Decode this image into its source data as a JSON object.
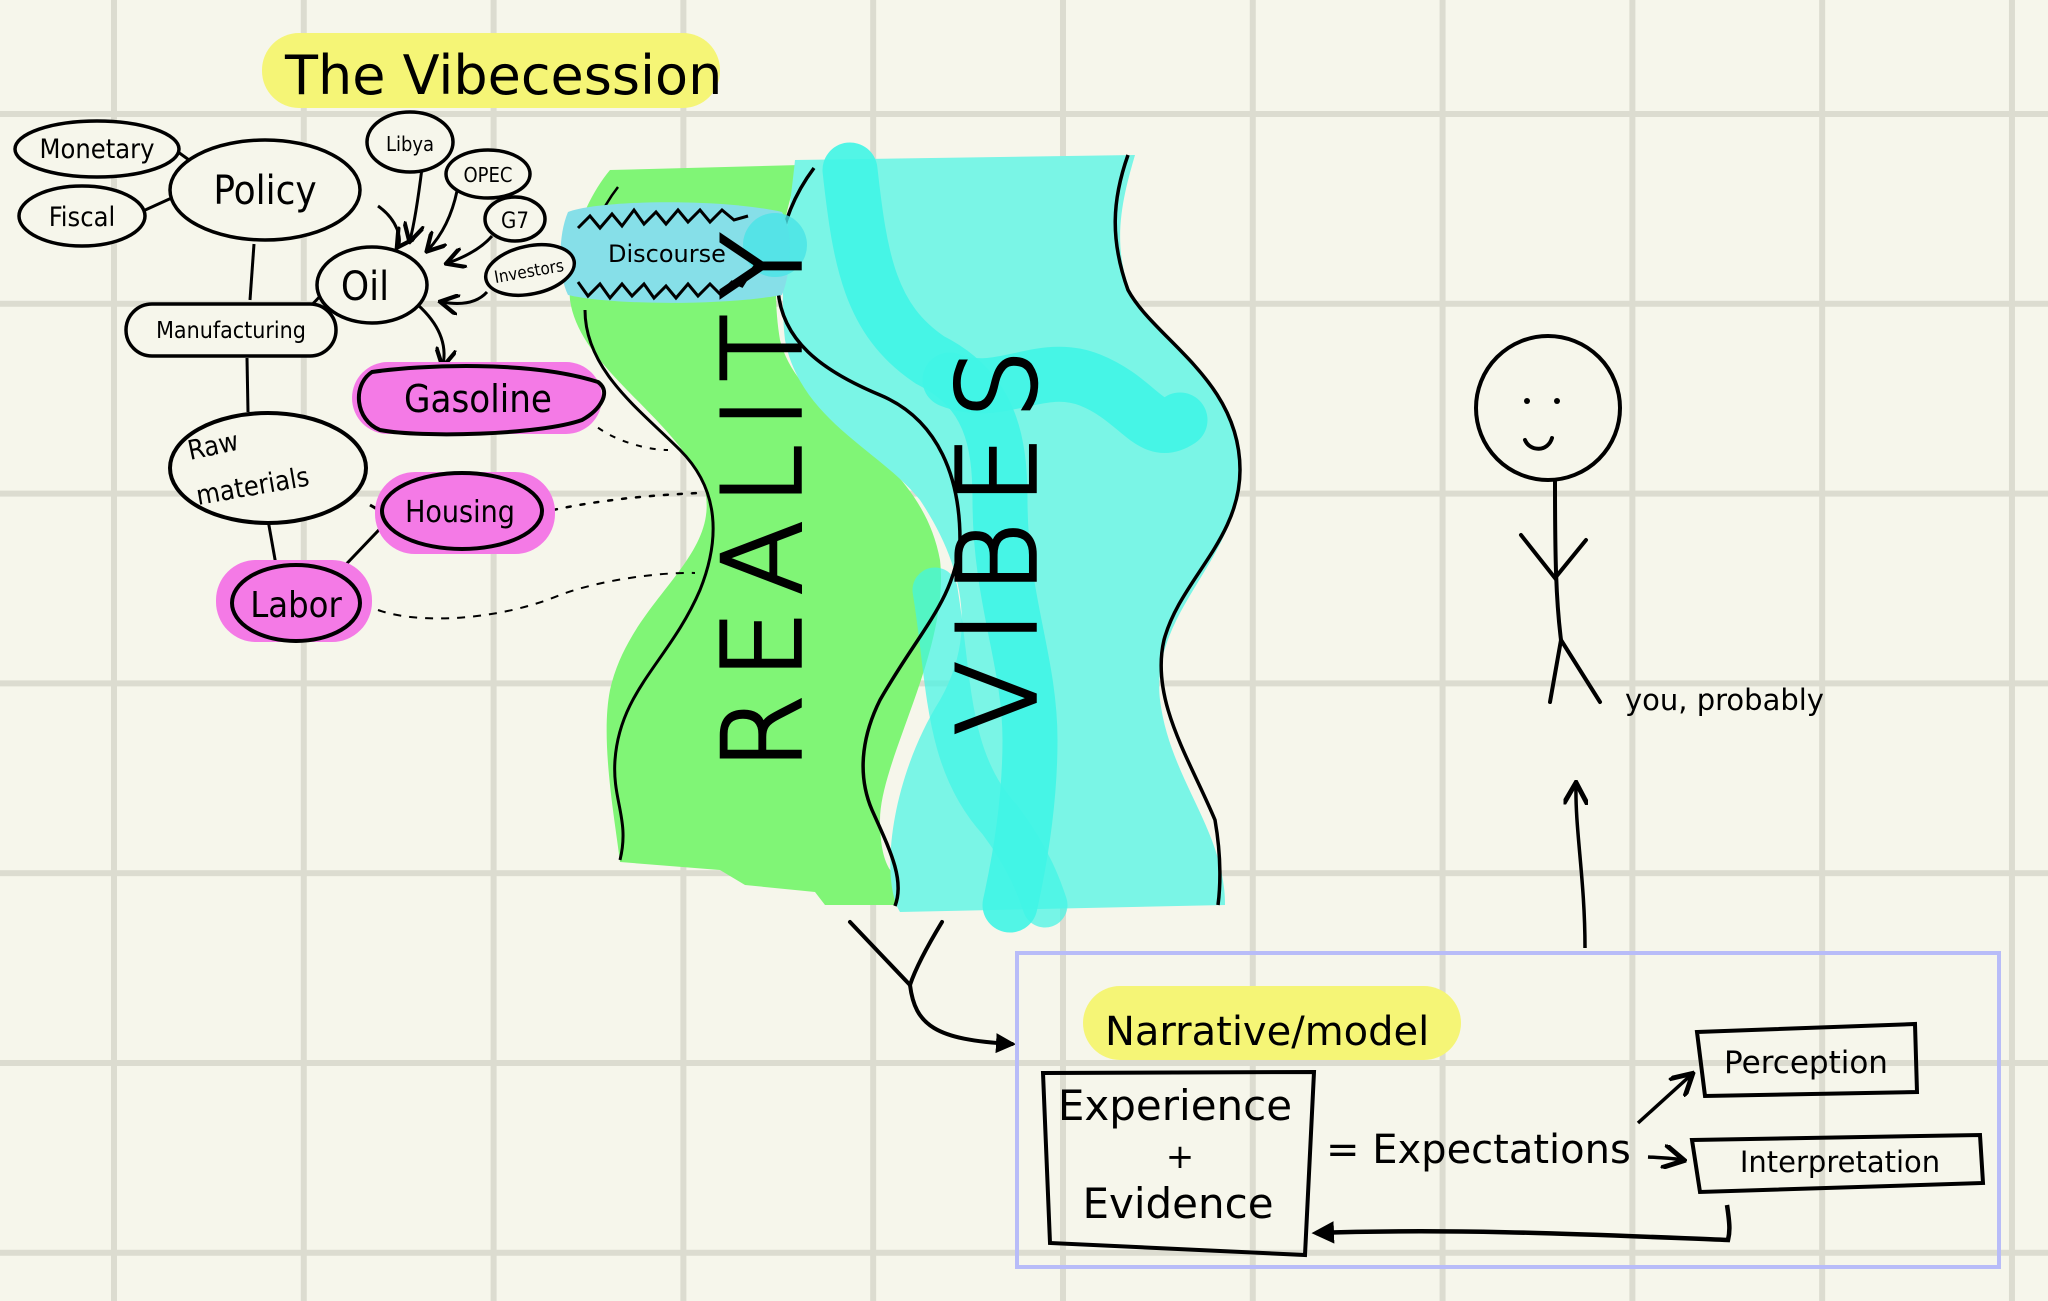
{
  "title": "The Vibecession",
  "colors": {
    "background": "#f6f6eb",
    "grid": "#dcdcd0",
    "highlight_yellow": "#f5f576",
    "highlight_magenta": "#f47ae6",
    "reality_green": "#80f576",
    "vibes_cyan": "#7af5e6",
    "vibes_cyan_dark": "#40f5e6",
    "discourse_blue": "#86dfe8",
    "frame_blue": "#b8bcf8",
    "ink": "#000000"
  },
  "nodes": {
    "monetary": "Monetary",
    "fiscal": "Fiscal",
    "policy": "Policy",
    "libya": "Libya",
    "opec": "OPEC",
    "g7": "G7",
    "investors": "Investors",
    "oil": "Oil",
    "manufacturing": "Manufacturing",
    "raw_materials_line1": "Raw",
    "raw_materials_line2": "materials",
    "gasoline": "Gasoline",
    "housing": "Housing",
    "labor": "Labor"
  },
  "river": {
    "discourse": "Discourse",
    "reality": "REALITY",
    "vibes": "VIBES"
  },
  "figure": {
    "caption": "you, probably"
  },
  "model": {
    "label": "Narrative/model",
    "experience": "Experience",
    "plus": "+",
    "evidence": "Evidence",
    "equals_expectations": "= Expectations",
    "perception": "Perception",
    "interpretation": "Interpretation"
  }
}
